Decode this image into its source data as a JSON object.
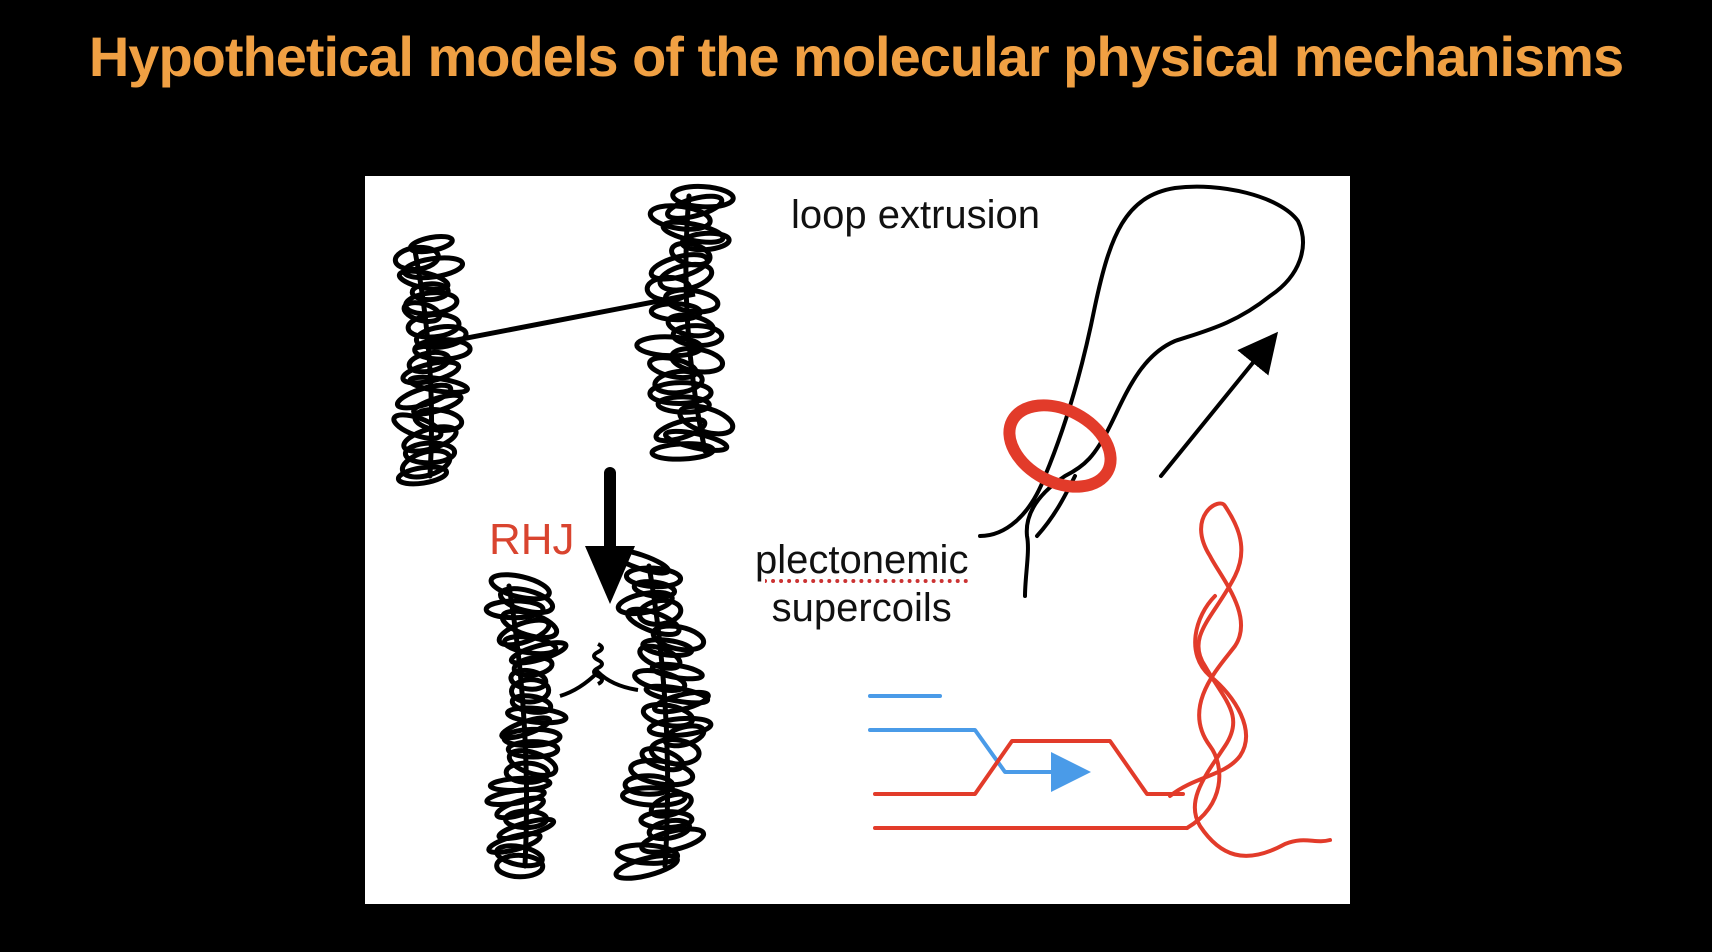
{
  "slide": {
    "title": "Hypothetical models of the molecular physical mechanisms",
    "title_color": "#f0a043",
    "background": "#000000"
  },
  "panel": {
    "background": "#ffffff",
    "labels": {
      "loop_extrusion": "loop extrusion",
      "plectonemic_line1": "plectonemic",
      "plectonemic_line2": "supercoils",
      "rhj": "RHJ"
    },
    "colors": {
      "chromatin": "#000000",
      "ring": "#e23b2a",
      "dna_red": "#e23b2a",
      "dna_blue": "#4a9be8",
      "rhj_text": "#d9442f"
    },
    "icons": [
      "chromosome-sketch",
      "down-arrow",
      "loop-extrusion-sketch",
      "plectoneme-sketch"
    ]
  }
}
